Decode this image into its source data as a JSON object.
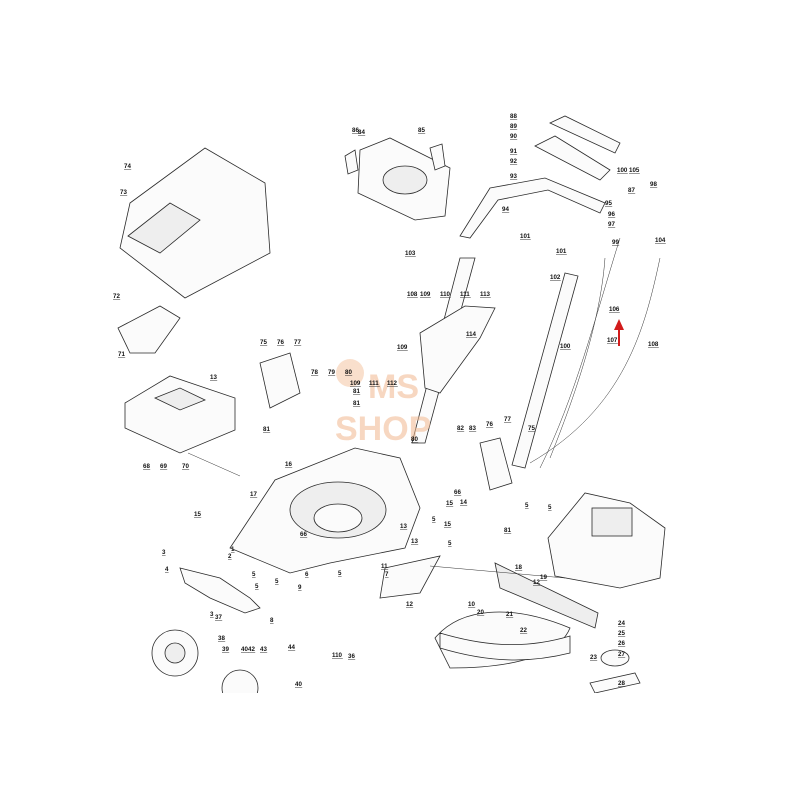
{
  "watermark": {
    "line1": "MS",
    "line2": "SHOP"
  },
  "arrow_color": "#d21b1b",
  "callouts": [
    "1",
    "2",
    "3",
    "3",
    "4",
    "5",
    "5",
    "5",
    "5",
    "5",
    "5",
    "5",
    "5",
    "6",
    "7",
    "8",
    "9",
    "10",
    "11",
    "12",
    "12",
    "13",
    "13",
    "13",
    "14",
    "15",
    "15",
    "15",
    "16",
    "17",
    "18",
    "19",
    "20",
    "21",
    "22",
    "23",
    "24",
    "25",
    "26",
    "27",
    "28",
    "36",
    "37",
    "38",
    "39",
    "40",
    "40",
    "42",
    "43",
    "44",
    "66",
    "66",
    "68",
    "69",
    "70",
    "71",
    "72",
    "73",
    "74",
    "75",
    "75",
    "76",
    "76",
    "77",
    "77",
    "78",
    "79",
    "80",
    "80",
    "81",
    "81",
    "81",
    "81",
    "82",
    "83",
    "84",
    "85",
    "86",
    "87",
    "88",
    "89",
    "90",
    "91",
    "92",
    "93",
    "94",
    "95",
    "96",
    "97",
    "98",
    "99",
    "100",
    "100",
    "101",
    "101",
    "102",
    "103",
    "104",
    "105",
    "106",
    "107",
    "108",
    "108",
    "109",
    "109",
    "109",
    "110",
    "110",
    "111",
    "111",
    "112",
    "113",
    "114"
  ]
}
